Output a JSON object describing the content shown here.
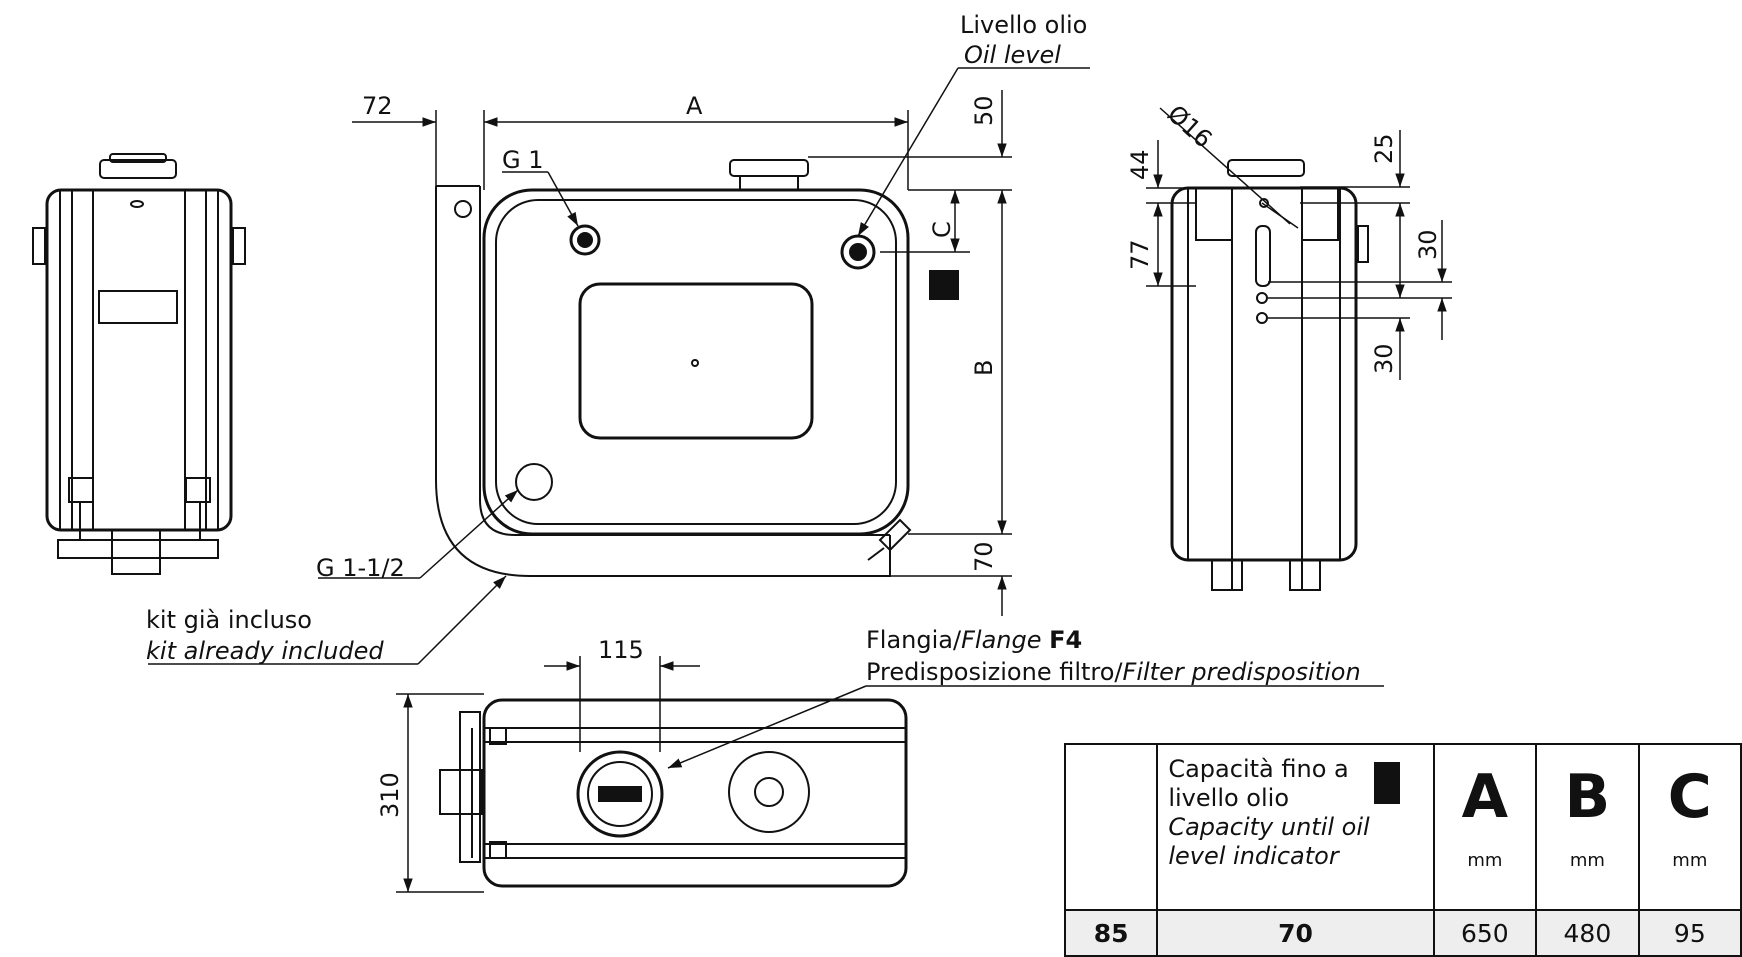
{
  "labels": {
    "oil_level_it": "Livello olio",
    "oil_level_en": "Oil level",
    "g1": "G 1",
    "g112": "G 1-1/2",
    "kit_it": "kit già incluso",
    "kit_en": "kit already included",
    "flange_it": "Flangia/",
    "flange_en": "Flange",
    "flange_code": "F4",
    "filter_it": "Predisposizione filtro/",
    "filter_en": "Filter predisposition",
    "diameter": "Ø16"
  },
  "dimensions": {
    "d72": "72",
    "dA": "A",
    "d50": "50",
    "dC": "C",
    "dB": "B",
    "d70": "70",
    "d115": "115",
    "d310": "310",
    "d44": "44",
    "d77": "77",
    "d25": "25",
    "d30a": "30",
    "d30b": "30"
  },
  "table": {
    "header": {
      "capacity_it_1": "Capacità fino a",
      "capacity_it_2": "livello olio",
      "capacity_en_1": "Capacity until oil",
      "capacity_en_2": "level indicator",
      "col_a": "A",
      "col_b": "B",
      "col_c": "C",
      "unit_a": "mm",
      "unit_b": "mm",
      "unit_c": "mm"
    },
    "row": {
      "model": "85",
      "capacity": "70",
      "a": "650",
      "b": "480",
      "c": "95"
    }
  }
}
